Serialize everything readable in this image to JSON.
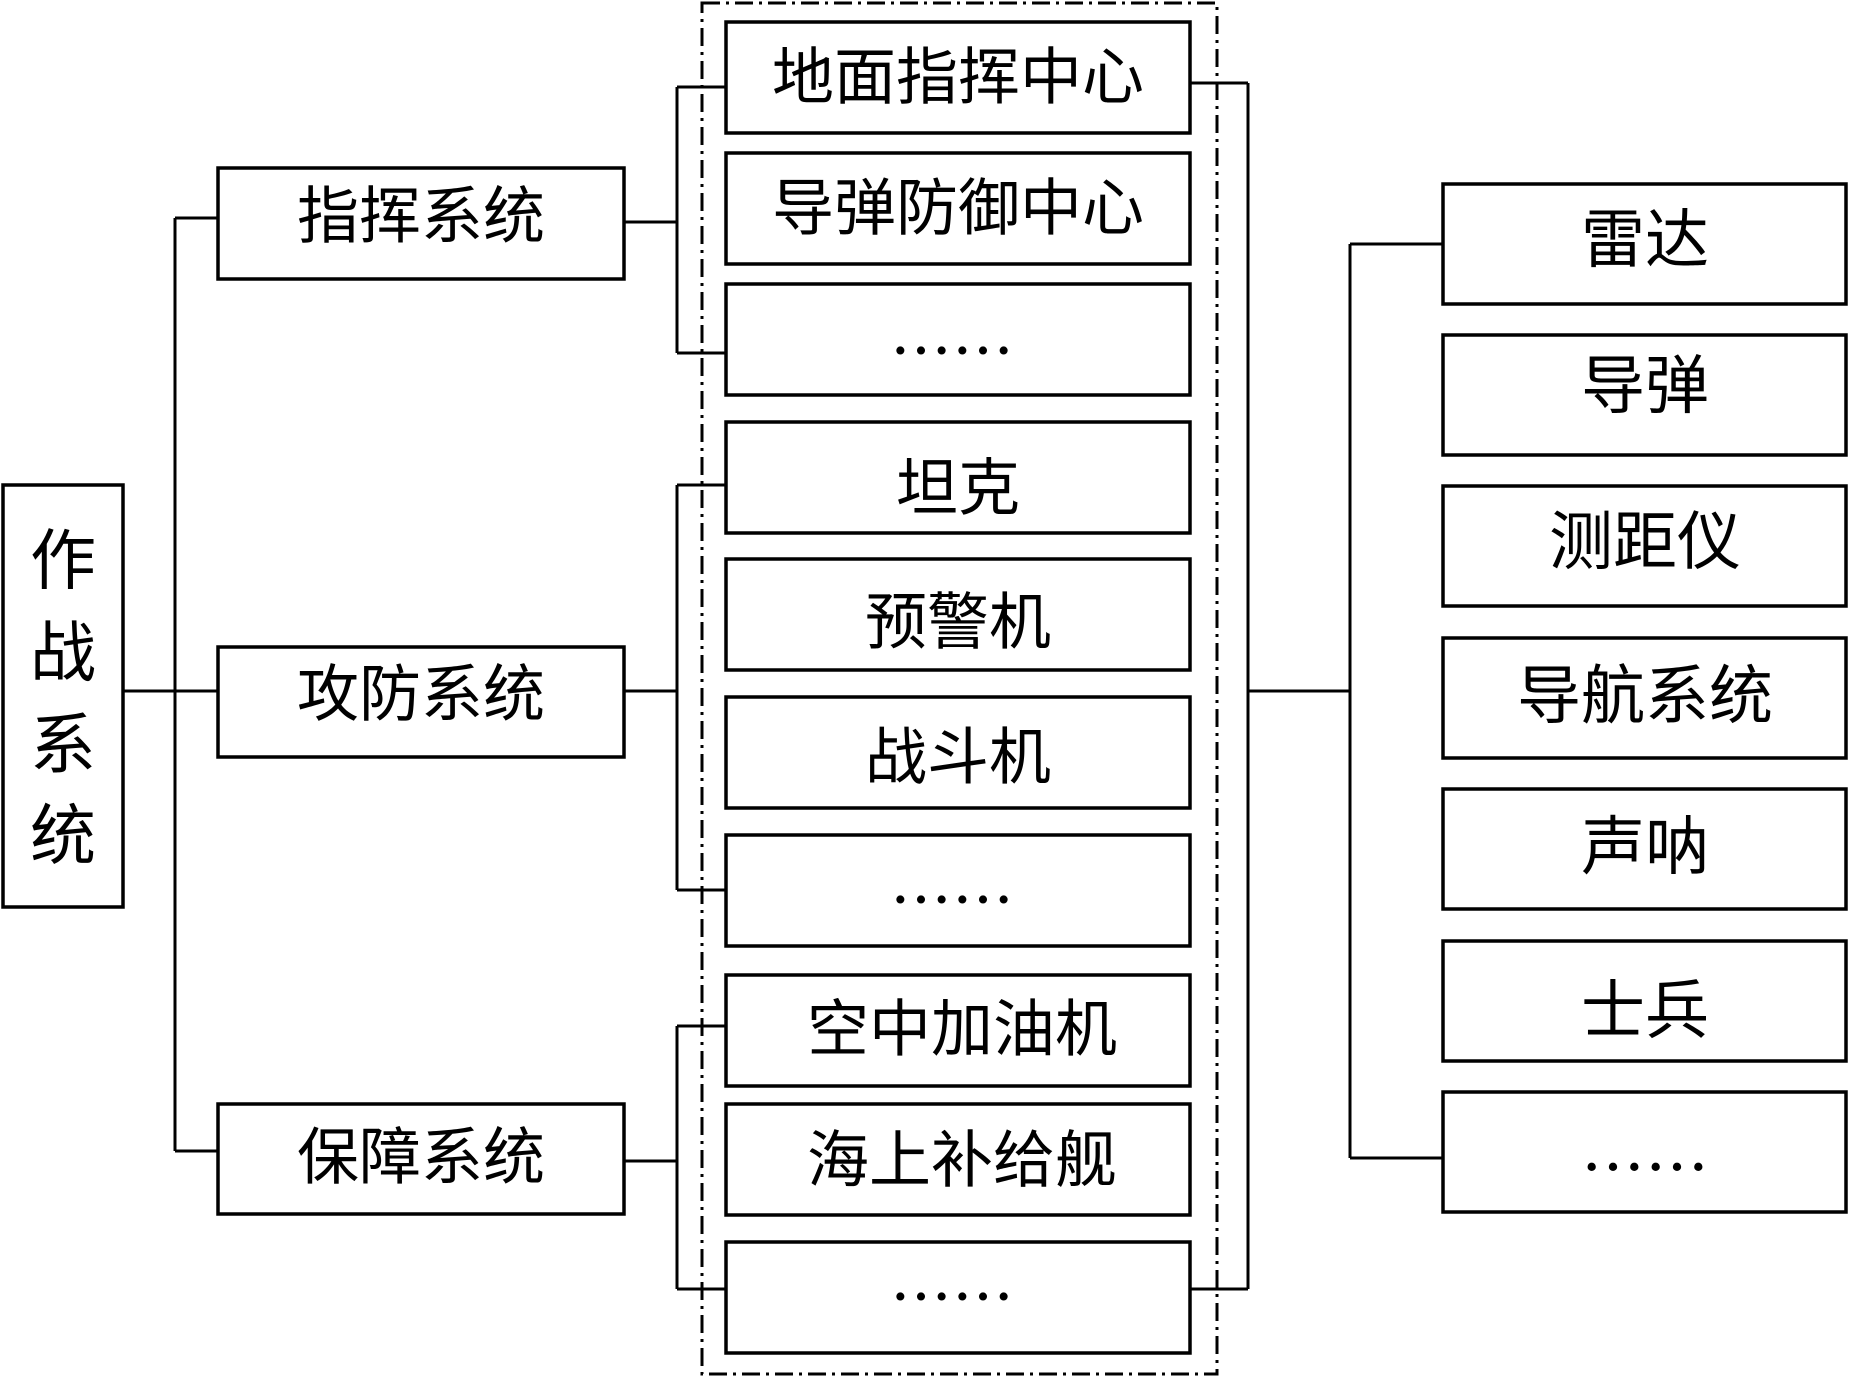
{
  "root": {
    "label_chars": [
      "作",
      "战",
      "系",
      "统"
    ]
  },
  "subsystems": [
    {
      "label": "指挥系统"
    },
    {
      "label": "攻防系统"
    },
    {
      "label": "保障系统"
    }
  ],
  "entities": {
    "command_group": [
      "地面指挥中心",
      "导弹防御中心",
      "……"
    ],
    "attack_defense_group": [
      "坦克",
      "预警机",
      "战斗机",
      "……"
    ],
    "support_group": [
      "空中加油机",
      "海上补给舰",
      "……"
    ]
  },
  "components": [
    "雷达",
    "导弹",
    "测距仪",
    "导航系统",
    "声呐",
    "士兵",
    "……"
  ]
}
